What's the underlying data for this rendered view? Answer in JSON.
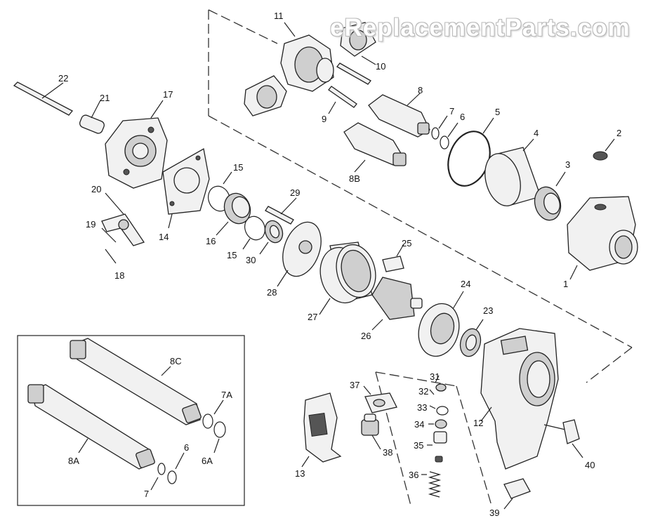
{
  "watermark": "eReplacementParts.com",
  "parts": {
    "p1": "1",
    "p2": "2",
    "p3": "3",
    "p4": "4",
    "p5": "5",
    "p6": "6",
    "p7": "7",
    "p8": "8",
    "p8b": "8B",
    "p9": "9",
    "p10": "10",
    "p11": "11",
    "p12": "12",
    "p13": "13",
    "p14": "14",
    "p15a": "15",
    "p15b": "15",
    "p16": "16",
    "p17": "17",
    "p18": "18",
    "p19": "19",
    "p20": "20",
    "p21": "21",
    "p22": "22",
    "p23": "23",
    "p24": "24",
    "p25": "25",
    "p26": "26",
    "p27": "27",
    "p28": "28",
    "p29": "29",
    "p30": "30",
    "p31": "31",
    "p32": "32",
    "p33": "33",
    "p34": "34",
    "p35": "35",
    "p36": "36",
    "p37": "37",
    "p38": "38",
    "p39": "39",
    "p40": "40"
  },
  "inset": {
    "p8c": "8C",
    "p7a": "7A",
    "p6a": "6A",
    "p8a": "8A",
    "p6": "6",
    "p7": "7"
  }
}
